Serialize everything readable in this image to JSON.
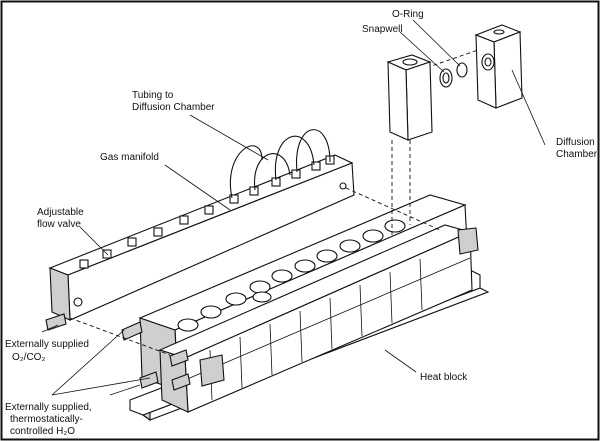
{
  "labels": {
    "o_ring": "O-Ring",
    "snapwell": "Snapwell",
    "tubing_line1": "Tubing to",
    "tubing_line2": "Diffusion Chamber",
    "gas_manifold": "Gas manifold",
    "adjustable_line1": "Adjustable",
    "adjustable_line2": "flow valve",
    "diffusion_line1": "Diffusion",
    "diffusion_line2": "Chamber",
    "heat_block": "Heat block",
    "gas_supply_line1": "Externally supplied",
    "gas_supply_line2": "O₂/CO₂",
    "water_line1": "Externally supplied,",
    "water_line2": "thermostatically-",
    "water_line3": "controlled H₂O"
  }
}
